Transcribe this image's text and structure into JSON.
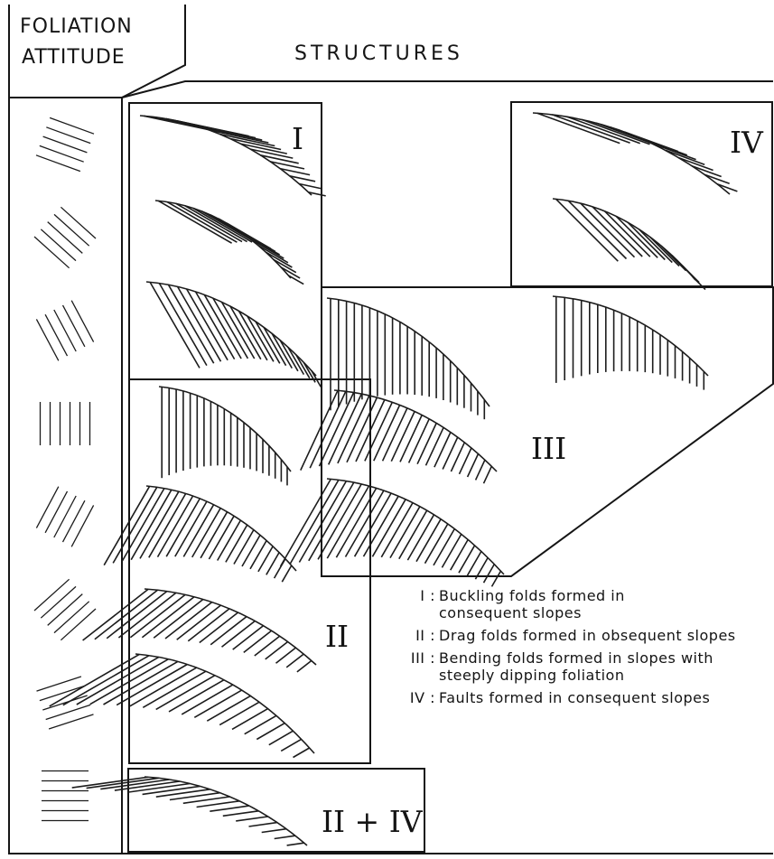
{
  "header": {
    "foliation_line1": "FOLIATION",
    "foliation_line2": "ATTITUDE",
    "structures": "STRUCTURES"
  },
  "panels": {
    "i": "I",
    "ii": "II",
    "iii": "III",
    "iv": "IV",
    "ii_iv": "II + IV"
  },
  "legend": [
    {
      "key": "I :",
      "text": "Buckling folds formed in consequent slopes"
    },
    {
      "key": "II :",
      "text": "Drag folds formed in obsequent slopes"
    },
    {
      "key": "III :",
      "text": "Bending folds formed in slopes with steeply dipping foliation"
    },
    {
      "key": "IV :",
      "text": "Faults formed in consequent slopes"
    }
  ]
}
